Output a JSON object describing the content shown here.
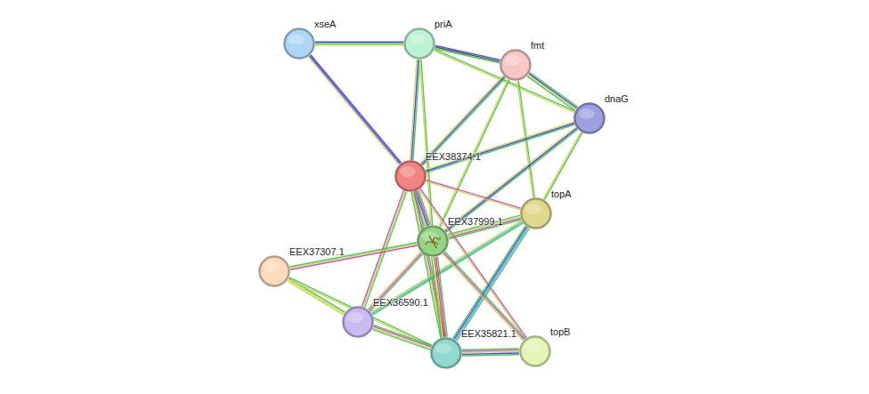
{
  "diagram": {
    "nodes": [
      {
        "text": [
          "xseA"
        ]
      },
      {
        "text": [
          "priA"
        ]
      },
      {
        "text": [
          "fmt"
        ]
      },
      {
        "text": [
          "dnaG"
        ]
      },
      {
        "text": [
          "EEX38374.1"
        ]
      },
      {
        "text": [
          "topA"
        ]
      },
      {
        "text": [
          "EEX37999.1"
        ]
      },
      {
        "text": [
          "EEX37307.1"
        ]
      },
      {
        "text": [
          "EEX36590.1"
        ]
      },
      {
        "text": [
          "EEX35821.1"
        ]
      },
      {
        "text": [
          "topB"
        ]
      }
    ],
    "edges": [
      {
        "from": 0,
        "to": 1,
        "arrow": "none"
      },
      {
        "from": 0,
        "to": 4,
        "arrow": "none"
      },
      {
        "from": 1,
        "to": 2,
        "arrow": "none"
      },
      {
        "from": 1,
        "to": 3,
        "arrow": "none"
      },
      {
        "from": 1,
        "to": 4,
        "arrow": "none"
      },
      {
        "from": 1,
        "to": 6,
        "arrow": "none"
      },
      {
        "from": 2,
        "to": 3,
        "arrow": "none"
      },
      {
        "from": 2,
        "to": 4,
        "arrow": "none"
      },
      {
        "from": 2,
        "to": 5,
        "arrow": "none"
      },
      {
        "from": 2,
        "to": 6,
        "arrow": "none"
      },
      {
        "from": 3,
        "to": 4,
        "arrow": "none"
      },
      {
        "from": 3,
        "to": 5,
        "arrow": "none"
      },
      {
        "from": 3,
        "to": 6,
        "arrow": "none"
      },
      {
        "from": 4,
        "to": 5,
        "arrow": "none"
      },
      {
        "from": 4,
        "to": 6,
        "arrow": "none"
      },
      {
        "from": 4,
        "to": 8,
        "arrow": "none"
      },
      {
        "from": 4,
        "to": 9,
        "arrow": "none"
      },
      {
        "from": 4,
        "to": 10,
        "arrow": "none"
      },
      {
        "from": 5,
        "to": 6,
        "arrow": "none"
      },
      {
        "from": 5,
        "to": 8,
        "arrow": "none"
      },
      {
        "from": 5,
        "to": 9,
        "arrow": "none"
      },
      {
        "from": 6,
        "to": 7,
        "arrow": "none"
      },
      {
        "from": 6,
        "to": 8,
        "arrow": "none"
      },
      {
        "from": 6,
        "to": 9,
        "arrow": "none"
      },
      {
        "from": 6,
        "to": 10,
        "arrow": "none"
      },
      {
        "from": 7,
        "to": 8,
        "arrow": "none"
      },
      {
        "from": 7,
        "to": 9,
        "arrow": "none"
      },
      {
        "from": 8,
        "to": 9,
        "arrow": "none"
      },
      {
        "from": 9,
        "to": 10,
        "arrow": "none"
      }
    ]
  }
}
